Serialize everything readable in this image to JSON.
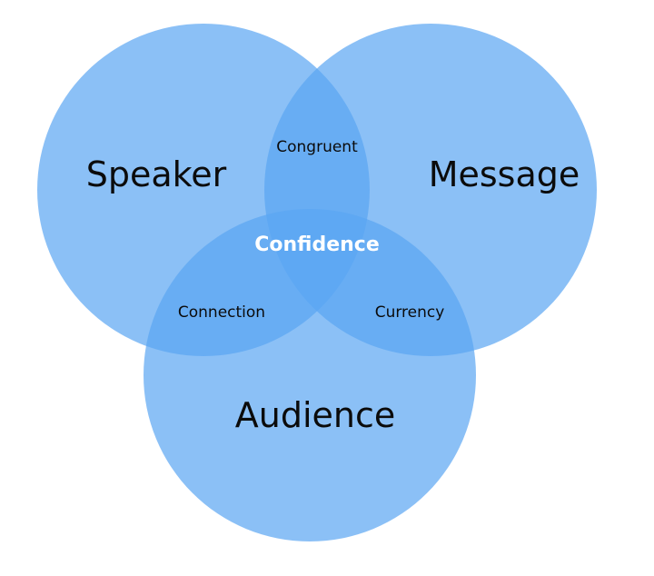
{
  "diagram": {
    "type": "venn-3",
    "colors": {
      "circle_fill": "#5aa5f2",
      "background": "#ffffff",
      "main_label": "#0b0b0b",
      "center_label": "#ffffff"
    },
    "sets": {
      "speaker": "Speaker",
      "message": "Message",
      "audience": "Audience"
    },
    "intersections": {
      "speaker_message": "Congruent",
      "speaker_audience": "Connection",
      "message_audience": "Currency",
      "all": "Confidence"
    }
  }
}
